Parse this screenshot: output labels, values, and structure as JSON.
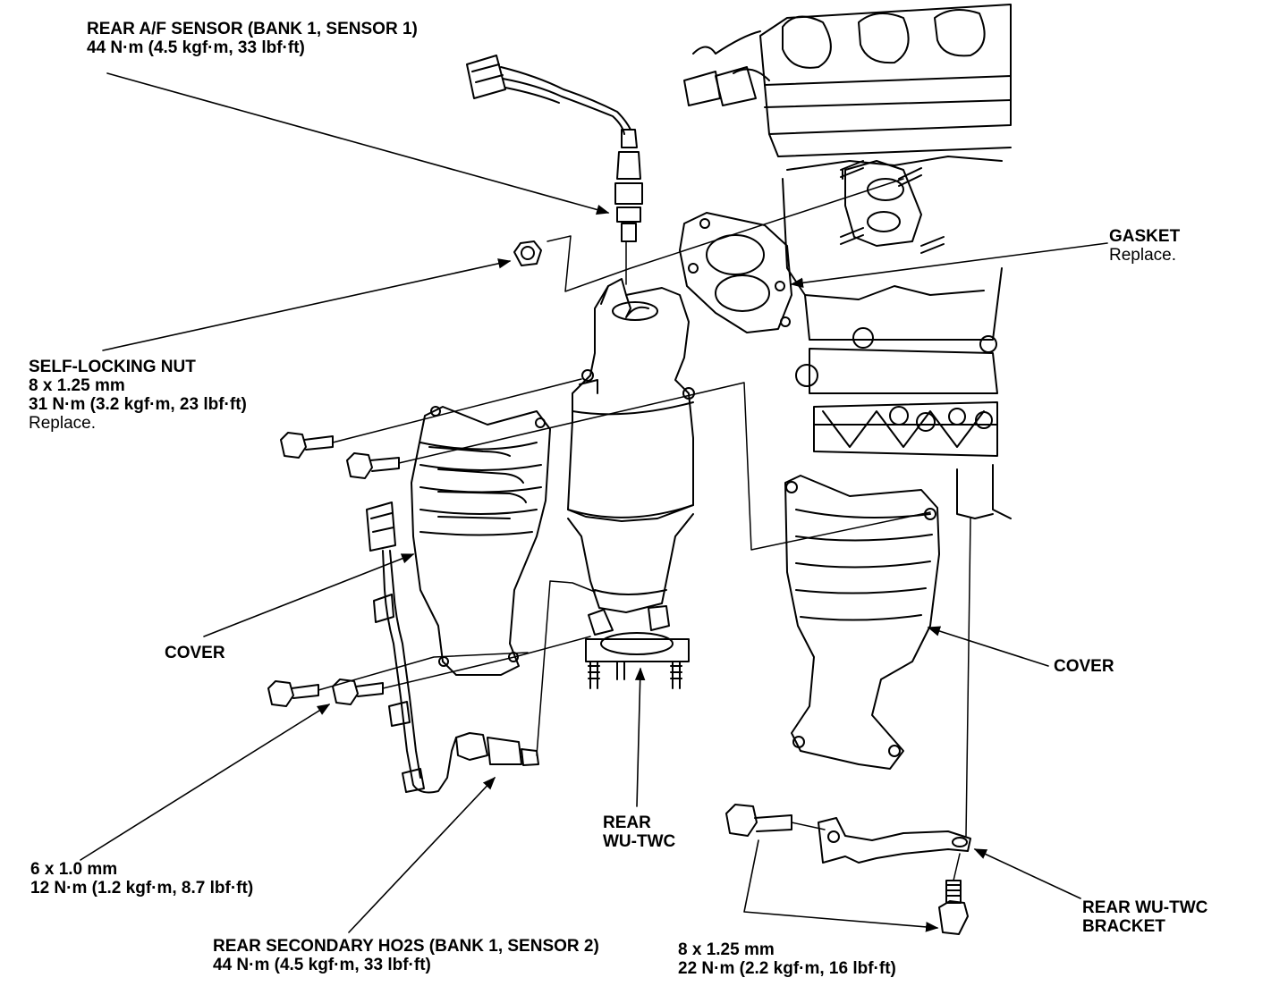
{
  "labels": {
    "rear_af_sensor": {
      "name": "REAR A/F SENSOR (BANK 1, SENSOR 1)",
      "torque": "44 N·m (4.5 kgf·m, 33 lbf·ft)"
    },
    "self_locking_nut": {
      "name": "SELF-LOCKING NUT",
      "size": "8 x 1.25 mm",
      "torque": "31 N·m (3.2 kgf·m, 23 lbf·ft)",
      "note": "Replace."
    },
    "gasket": {
      "name": "GASKET",
      "note": "Replace."
    },
    "cover_left": {
      "name": "COVER"
    },
    "cover_right": {
      "name": "COVER"
    },
    "bolt_6mm": {
      "size": "6 x 1.0 mm",
      "torque": "12 N·m (1.2 kgf·m, 8.7 lbf·ft)"
    },
    "rear_wu_twc": {
      "line1": "REAR",
      "line2": "WU-TWC"
    },
    "rear_secondary_ho2s": {
      "name": "REAR SECONDARY HO2S (BANK 1, SENSOR 2)",
      "torque": "44 N·m (4.5 kgf·m, 33 lbf·ft)"
    },
    "bracket_bolt": {
      "size": "8 x 1.25 mm",
      "torque": "22 N·m (2.2 kgf·m, 16 lbf·ft)"
    },
    "bracket": {
      "line1": "REAR WU-TWC",
      "line2": "BRACKET"
    }
  }
}
